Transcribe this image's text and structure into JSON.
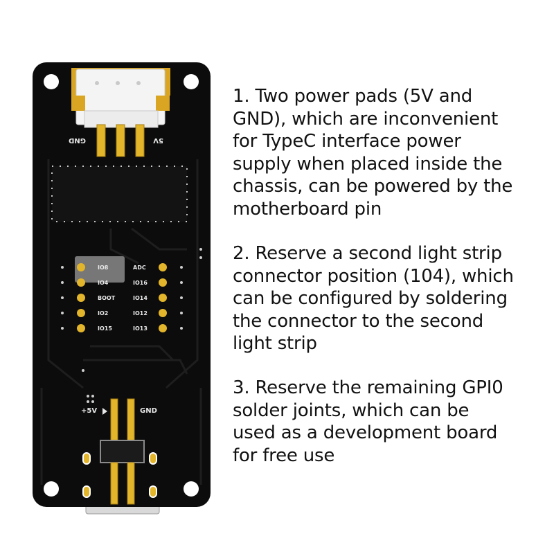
{
  "board": {
    "top_left_pad_label": "GND",
    "top_right_pad_label": "5V",
    "pins_left": [
      "IO8",
      "IO4",
      "BOOT",
      "IO2",
      "IO15"
    ],
    "pins_right": [
      "ADC",
      "IO16",
      "IO14",
      "IO12",
      "IO13"
    ],
    "bottom_left_label": "+5V",
    "bottom_right_label": "GND"
  },
  "notes": [
    {
      "lines": [
        "1. Two power pads (5V and",
        "GND), which are inconvenient",
        "for TypeC interface power",
        "supply when placed inside the",
        "chassis, can be powered by the",
        "motherboard pin"
      ]
    },
    {
      "lines": [
        "2. Reserve a second light strip",
        "connector position (104), which",
        "can be configured by soldering",
        "the connector to the second",
        "light strip"
      ]
    },
    {
      "lines": [
        "3. Reserve the remaining GPI0",
        "solder joints, which can be",
        "used as a development board",
        "for free use"
      ]
    }
  ],
  "colors": {
    "board": "#0c0c0c",
    "gold": "#e3b52a",
    "trace": "#1c1c1c",
    "label": "#e8e8e8"
  }
}
